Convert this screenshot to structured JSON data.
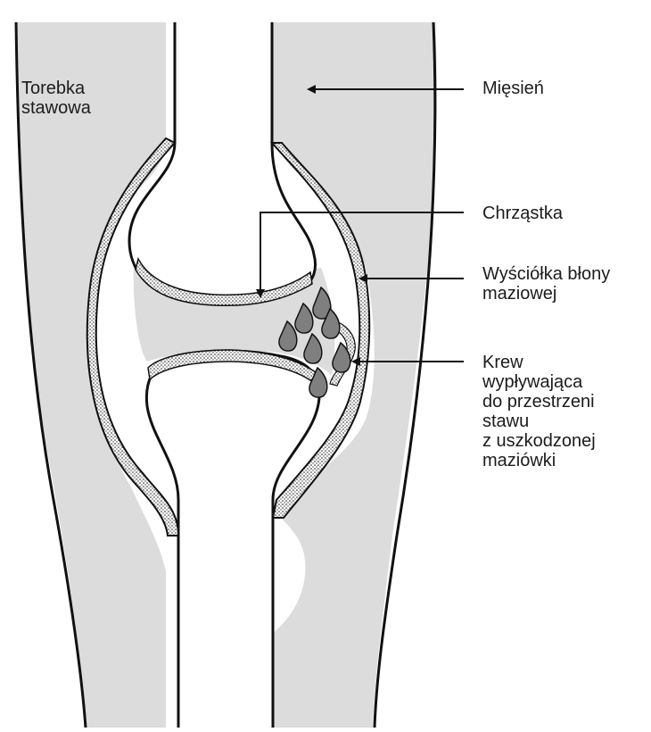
{
  "labels": {
    "joint_capsule": "Torebka\nstawowa",
    "muscle": "Mięsień",
    "cartilage": "Chrząstka",
    "synovial_lining": "Wyściółka błony\nmaziowej",
    "blood": "Krew\nwypływająca\ndo przestrzeni\nstawu\nz uszkodzonej\nmaziówki"
  },
  "colors": {
    "tissue_gray": "#dcdcdc",
    "line": "#111111",
    "blood_drop": "#7f7f7f",
    "text": "#1c1c1c"
  }
}
